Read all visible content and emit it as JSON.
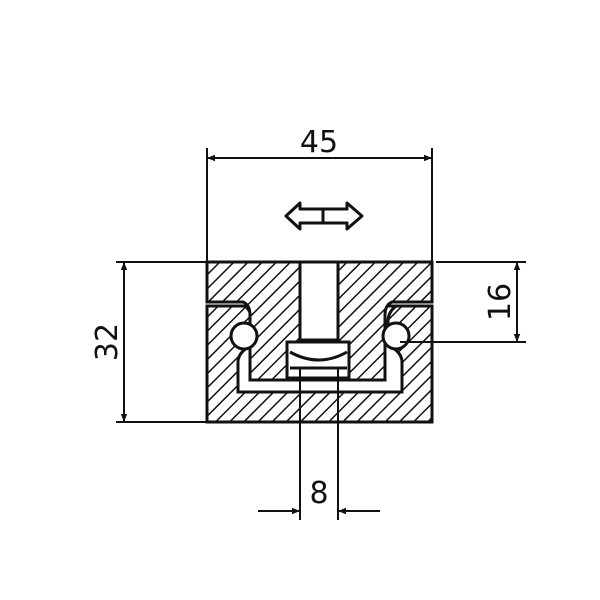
{
  "dimensions": {
    "width": "45",
    "height": "32",
    "carriage_height": "16",
    "slot_width": "8"
  },
  "colors": {
    "line": "#111111",
    "background": "#ffffff"
  },
  "symbols": {
    "motion": "double-arrow-icon"
  }
}
